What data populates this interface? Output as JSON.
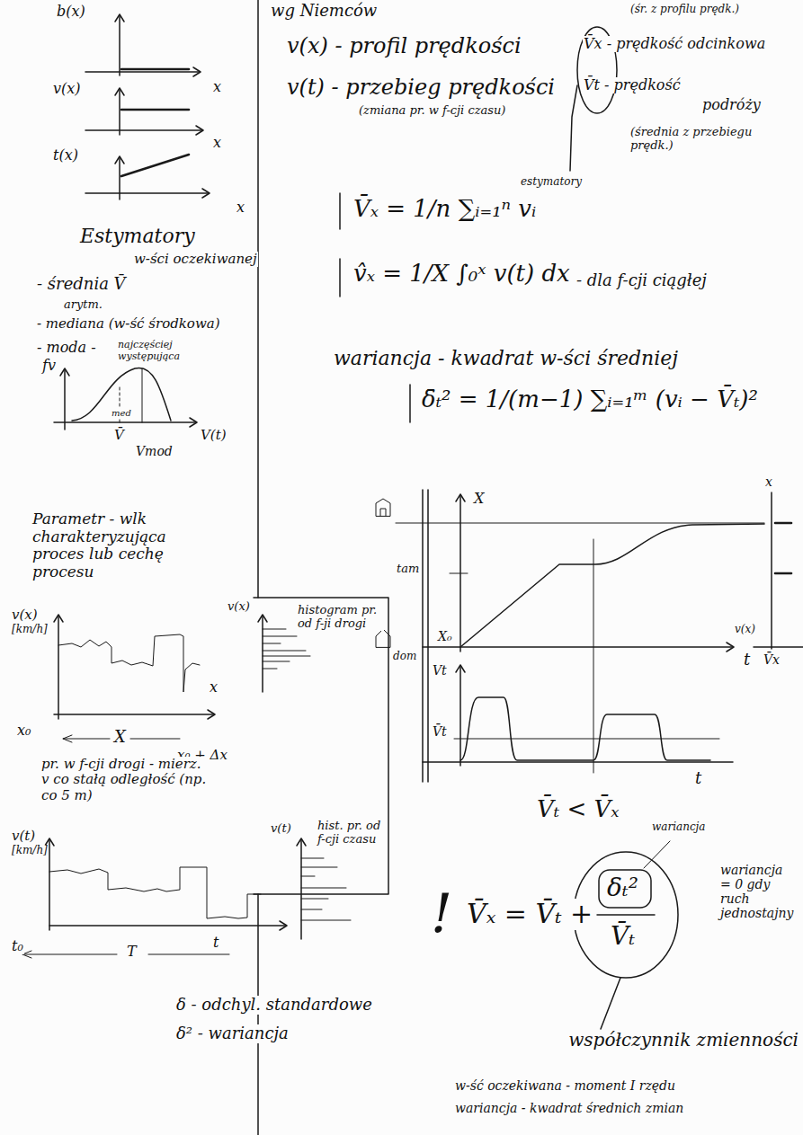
{
  "diagram": {
    "labels": [
      "b(x)",
      "x",
      "v(x)",
      "x",
      "t(x)",
      "x",
      "Estymatory",
      "w-ści oczekiwanej",
      "- średnia V̄",
      "arytm.",
      "- mediana (w-ść środkowa)",
      "- moda -",
      "najczęściej występująca",
      "fv",
      "med",
      "V̄",
      "Vmod",
      "V(t)",
      "Parametr - wlk charakteryzująca proces lub cechę procesu",
      "v(x)",
      "[km/h]",
      "x₀",
      "X",
      "x",
      "x₀ + Δx",
      "v(x)",
      "histogram pr. od f-ji drogi",
      "pr. w f-cji drogi - mierz. v co stałą odległość (np. co 5 m)",
      "v(t)",
      "[km/h]",
      "t₀",
      "T",
      "t",
      "v(t)",
      "hist. pr. od f-cji czasu",
      "δ - odchyl. standardowe",
      "δ² - wariancja",
      "wg Niemców",
      "v(x) - profil prędkości",
      "v(t) - przebieg prędkości",
      "(zmiana pr. w f-cji czasu)",
      "(śr. z profilu prędk.)",
      "V̄x - prędkość odcinkowa",
      "V̄t - prędkość",
      "podróży",
      "estymatory",
      "(średnia z przebiegu prędk.)",
      "V̄ₓ = 1/n ∑ᵢ₌₁ⁿ vᵢ",
      "v̂ₓ = 1/X ∫₀ˣ v(t) dx",
      "- dla f-cji ciągłej",
      "wariancja - kwadrat w-ści średniej",
      "δ̄ₜ² = 1/(m−1) ∑ᵢ₌₁ᵐ (vᵢ − V̄ₜ)²",
      "X",
      "t",
      "X₀",
      "tam",
      "dom",
      "Vt",
      "V̄t",
      "t",
      "x",
      "v(x)",
      "V̄x",
      "V̄ₜ < V̄ₓ",
      "!",
      "V̄ₓ = V̄ₜ +",
      "δₜ²",
      "V̄ₜ",
      "wariancja",
      "wariancja = 0 gdy ruch jednostajny",
      "współczynnik zmienności",
      "w-ść oczekiwana - moment I rzędu",
      "wariancja - kwadrat średnich zmian"
    ]
  }
}
